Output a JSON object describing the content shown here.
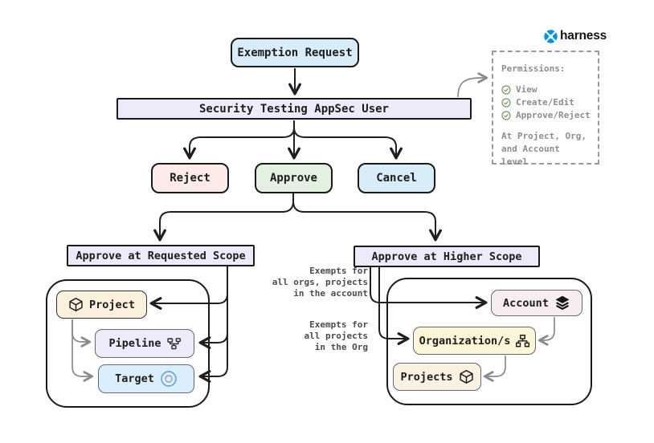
{
  "brand": {
    "name": "harness",
    "logo_color": "#0093dd"
  },
  "flow": {
    "exemption_request": "Exemption Request",
    "appsec_user": "Security Testing AppSec User",
    "reject": "Reject",
    "approve": "Approve",
    "cancel": "Cancel",
    "approve_requested_scope": "Approve at Requested Scope",
    "approve_higher_scope": "Approve at Higher Scope"
  },
  "requested_scope_group": {
    "project": "Project",
    "pipeline": "Pipeline",
    "target": "Target"
  },
  "higher_scope_group": {
    "account": "Account",
    "organizations": "Organization/s",
    "projects": "Projects"
  },
  "permissions": {
    "title": "Permissions:",
    "items": [
      "View",
      "Create/Edit",
      "Approve/Reject"
    ],
    "footer_line1": "At Project, Org,",
    "footer_line2": "and Account level"
  },
  "annotations": {
    "account_note": [
      "Exempts for",
      "all orgs, projects",
      "in the account"
    ],
    "org_note": [
      "Exempts for",
      "all projects",
      "in the Org"
    ]
  },
  "edges": [
    [
      "Exemption Request",
      "Security Testing AppSec User"
    ],
    [
      "Security Testing AppSec User",
      "Reject"
    ],
    [
      "Security Testing AppSec User",
      "Approve"
    ],
    [
      "Security Testing AppSec User",
      "Cancel"
    ],
    [
      "Security Testing AppSec User",
      "Permissions panel"
    ],
    [
      "Approve",
      "Approve at Requested Scope"
    ],
    [
      "Approve",
      "Approve at Higher Scope"
    ],
    [
      "Approve at Requested Scope",
      "Project"
    ],
    [
      "Approve at Requested Scope",
      "Pipeline"
    ],
    [
      "Approve at Requested Scope",
      "Target"
    ],
    [
      "Project",
      "Pipeline"
    ],
    [
      "Project",
      "Target"
    ],
    [
      "Approve at Higher Scope",
      "Account"
    ],
    [
      "Approve at Higher Scope",
      "Organization/s"
    ],
    [
      "Account",
      "Organization/s"
    ],
    [
      "Organization/s",
      "Projects"
    ]
  ],
  "colors": {
    "exemption_bg": "#d8ecf9",
    "appsec_bg": "#ecebfa",
    "reject_bg": "#fcebe9",
    "approve_bg": "#e3f1e0",
    "cancel_bg": "#d9edf9",
    "scope_header_bg": "#ecebfa",
    "project_bg": "#fbf0dd",
    "pipeline_bg": "#edeafa",
    "target_bg": "#dbeefb",
    "account_bg": "#f6eeee",
    "organizations_bg": "#fcf6d9",
    "projects_bg": "#fbf1e3",
    "check_green": "#7e9464",
    "arrow_black": "#1f1f1f",
    "arrow_gray": "#8a8a8a"
  }
}
